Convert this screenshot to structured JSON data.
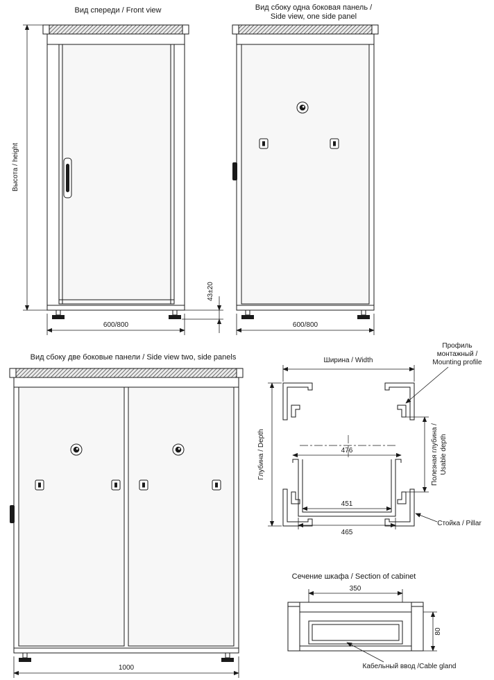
{
  "drawing": {
    "front_view": {
      "title": "Вид спереди / Front view",
      "height_label": "Высота / height",
      "width_dim": "600/800",
      "foot_dim": "43±20"
    },
    "side_view_one": {
      "title_ru": "Вид сбоку одна боковая панель /",
      "title_en": "Side view, one side panel",
      "width_dim": "600/800"
    },
    "side_view_two": {
      "title": "Вид сбоку две боковые панели / Side view two,  side panels",
      "width_dim": "1000"
    },
    "cross_section": {
      "width_label": "Ширина / Width",
      "depth_label": "Глубина / Depth",
      "usable_depth_ru": "Полезная глубина /",
      "usable_depth_en": "Usable depth",
      "profile_label_1": "Профиль",
      "profile_label_2": "монтажный /",
      "profile_label_3": "Mounting profile",
      "pillar_label": "Стойка / Pillar",
      "dim_flange": "476",
      "dim_inner": "451",
      "dim_outer": "465"
    },
    "cabinet_section": {
      "title": "Сечение шкафа / Section of cabinet",
      "dim_width": "350",
      "dim_height": "80",
      "cable_gland_label": "Кабельный ввод /Cable gland"
    },
    "colors": {
      "line": "#1a1a1a",
      "panel": "#f7f7f7"
    }
  }
}
